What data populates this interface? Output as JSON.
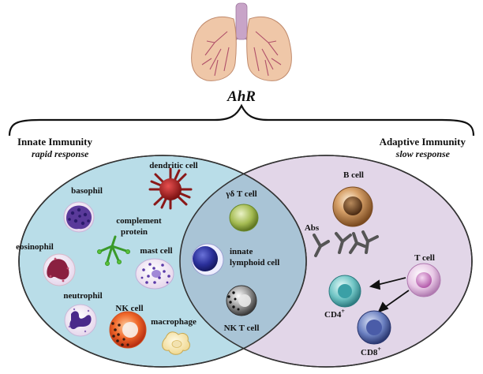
{
  "center": {
    "label": "AhR"
  },
  "innate": {
    "title": "Innate Immunity",
    "subtitle": "rapid response"
  },
  "adaptive": {
    "title": "Adaptive Immunity",
    "subtitle": "slow response"
  },
  "cells": {
    "dendritic": "dendritic cell",
    "basophil": "basophil",
    "complement_1": "complement",
    "complement_2": "protein",
    "eosinophil": "eosinophil",
    "mast": "mast cell",
    "neutrophil": "neutrophil",
    "nk": "NK cell",
    "macrophage": "macrophage",
    "gd_t": "γδ T cell",
    "ilc_1": "innate",
    "ilc_2": "lymphoid cell",
    "nkt": "NK T cell",
    "b": "B cell",
    "abs": "Abs",
    "t": "T cell",
    "cd4": "CD4",
    "cd4_sup": "+",
    "cd8": "CD8",
    "cd8_sup": "+"
  },
  "colors": {
    "innate_fill": "#b9dde8",
    "adaptive_fill": "#e2d6e8",
    "overlap_fill": "#a9c4d6",
    "outline": "#333333"
  }
}
